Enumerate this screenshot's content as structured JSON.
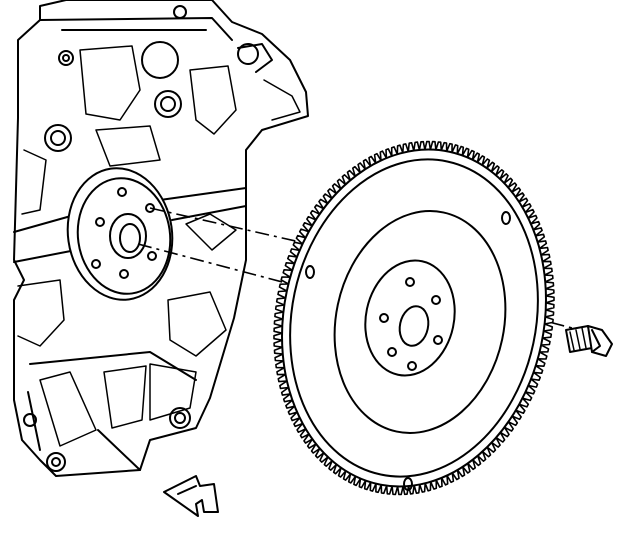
{
  "diagram": {
    "parts": [
      {
        "id": "engine-block",
        "icon": "engine-block-icon"
      },
      {
        "id": "crankshaft-flange",
        "icon": "crankshaft-flange-icon"
      },
      {
        "id": "flywheel",
        "icon": "flywheel-icon",
        "ring_gear_teeth": 150
      },
      {
        "id": "flywheel-bolt",
        "icon": "bolt-icon"
      },
      {
        "id": "view-direction-arrow",
        "icon": "view-arrow-icon"
      }
    ],
    "colors": {
      "line": "#000000",
      "background": "#ffffff"
    }
  }
}
